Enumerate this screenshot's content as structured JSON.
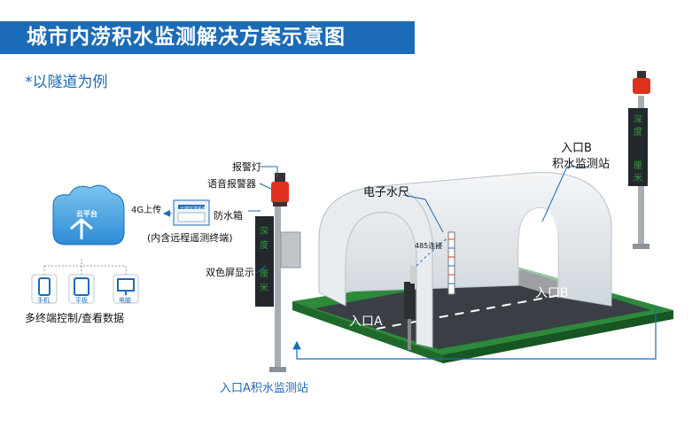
{
  "title": "城市内涝积水监测解决方案示意图",
  "subtitle": "*以隧道为例",
  "cloud": {
    "label": "云平台",
    "upload": "4G上传"
  },
  "box": {
    "label": "防水箱",
    "note": "(内含远程遥测终端)",
    "brand": "云端监测系统"
  },
  "terminals": {
    "items": [
      "手机",
      "平板",
      "电脑"
    ],
    "caption": "多终端控制/查看数据"
  },
  "station_a": {
    "alarm_light": "报警灯",
    "voice_alarm": "语音报警器",
    "screen": "双色屏显示",
    "name": "入口A积水监测站",
    "screen_text": [
      "深",
      "度",
      "厘",
      "米"
    ]
  },
  "station_b": {
    "name_line1": "入口B",
    "name_line2": "积水监测站",
    "screen_text": [
      "深",
      "度",
      "厘",
      "米"
    ]
  },
  "tunnel": {
    "ruler": "电子水尺",
    "link": "485连接",
    "entrance_a": "入口A",
    "entrance_b": "入口B"
  },
  "colors": {
    "brand_blue": "#1b6bb8",
    "ground": "#2c8a3a",
    "road": "#3a3f46",
    "alarm": "#e0301e"
  }
}
